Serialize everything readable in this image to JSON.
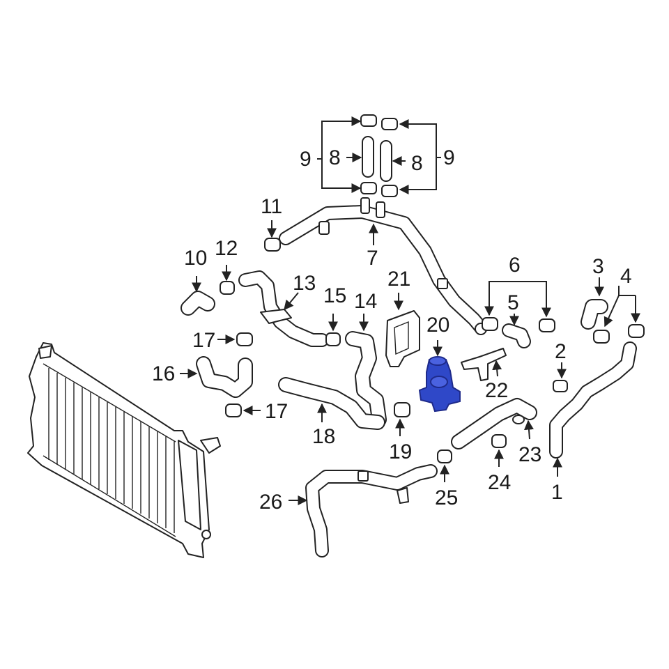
{
  "colors": {
    "line": "#222222",
    "highlight": "#2f48c8",
    "background": "#ffffff"
  },
  "highlighted_part": "20",
  "callouts": [
    "1",
    "2",
    "3",
    "4",
    "5",
    "6",
    "7",
    "8",
    "9",
    "10",
    "11",
    "12",
    "13",
    "14",
    "15",
    "16",
    "17",
    "18",
    "19",
    "20",
    "21",
    "22",
    "23",
    "24",
    "25",
    "26"
  ],
  "labels": {
    "p1": "1",
    "p2": "2",
    "p3": "3",
    "p4": "4",
    "p5": "5",
    "p6": "6",
    "p7": "7",
    "p8a": "8",
    "p8b": "8",
    "p9a": "9",
    "p9b": "9",
    "p10": "10",
    "p11": "11",
    "p12": "12",
    "p13": "13",
    "p14": "14",
    "p15": "15",
    "p16": "16",
    "p17a": "17",
    "p17b": "17",
    "p18": "18",
    "p19": "19",
    "p20": "20",
    "p21": "21",
    "p22": "22",
    "p23": "23",
    "p24": "24",
    "p25": "25",
    "p26": "26"
  }
}
